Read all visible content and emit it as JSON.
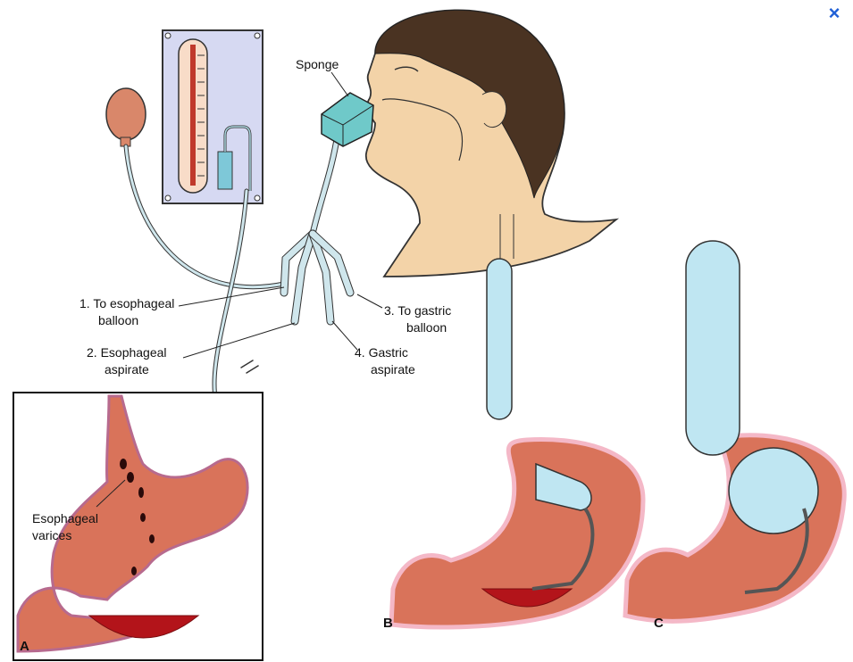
{
  "labels": {
    "sponge": "Sponge",
    "esophageal_balloon_line1": "1. To esophageal",
    "esophageal_balloon_line2": "balloon",
    "esophageal_aspirate_line1": "2. Esophageal",
    "esophageal_aspirate_line2": "aspirate",
    "gastric_balloon_line1": "3. To gastric",
    "gastric_balloon_line2": "balloon",
    "gastric_aspirate_line1": "4. Gastric",
    "gastric_aspirate_line2": "aspirate",
    "varices_line1": "Esophageal",
    "varices_line2": "varices"
  },
  "panels": {
    "a": "A",
    "b": "B",
    "c": "C"
  },
  "close_icon": "×",
  "colors": {
    "stomach": "#d9735a",
    "stomach_lining": "#f4b8c7",
    "balloon": "#bfe6f2",
    "blood": "#b3141a",
    "skin": "#f3d3a8",
    "hair": "#4a3322",
    "manometer_bg": "#d6d9f2",
    "tube": "#a9d3dc",
    "accent": "#1f5fd6"
  }
}
